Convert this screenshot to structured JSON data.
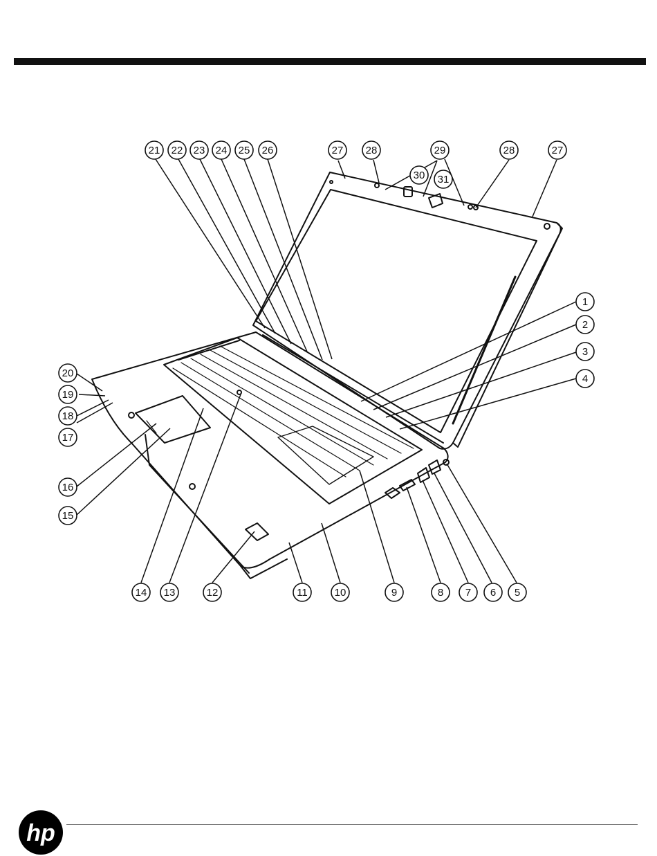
{
  "brand": {
    "logo_text": "hp",
    "logo_color": "#000000"
  },
  "diagram": {
    "subject": "laptop",
    "callouts": [
      "1",
      "2",
      "3",
      "4",
      "5",
      "6",
      "7",
      "8",
      "9",
      "10",
      "11",
      "12",
      "13",
      "14",
      "15",
      "16",
      "17",
      "18",
      "19",
      "20",
      "21",
      "22",
      "23",
      "24",
      "25",
      "26",
      "27",
      "27",
      "28",
      "28",
      "29",
      "30",
      "31"
    ]
  }
}
